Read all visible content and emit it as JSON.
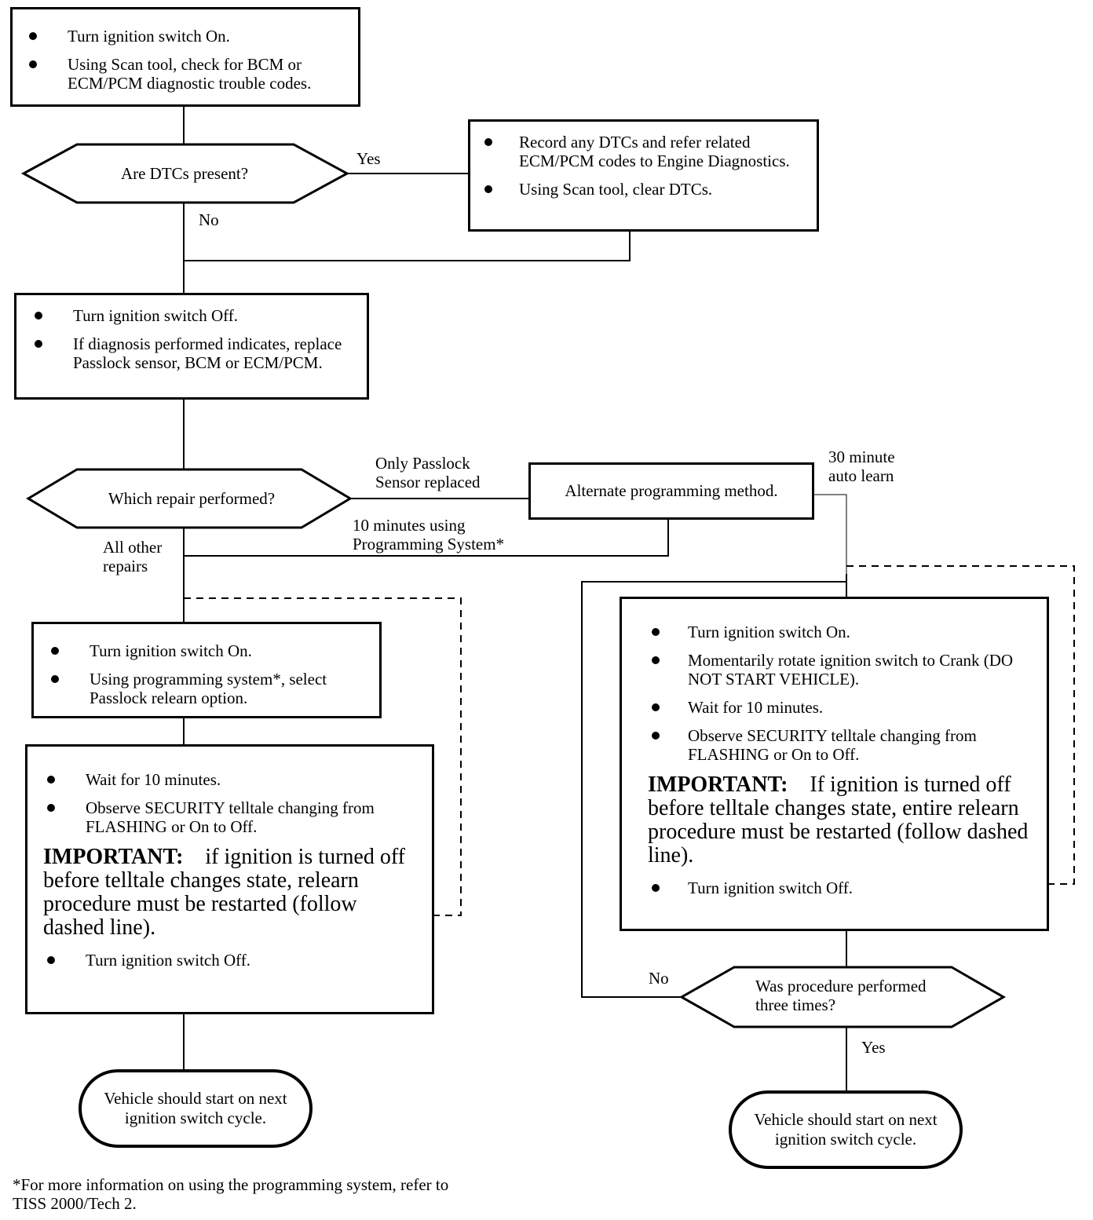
{
  "boxes": {
    "start": [
      "Turn ignition switch On.",
      "Using Scan tool, check for BCM or ECM/PCM diagnostic trouble codes."
    ],
    "record": [
      "Record any DTCs and refer related ECM/PCM codes to Engine Diagnostics.",
      "Using Scan tool, clear DTCs."
    ],
    "off_replace": [
      "Turn ignition switch Off.",
      "If diagnosis performed indicates, replace Passlock sensor, BCM or ECM/PCM."
    ],
    "alternate": "Alternate programming method.",
    "relearn": [
      "Turn ignition switch On.",
      "Using programming system*, select Passlock relearn option."
    ],
    "wait_left": {
      "items_top": [
        "Wait for 10 minutes.",
        "Observe SECURITY telltale changing from FLASHING or On to Off."
      ],
      "important_label": "IMPORTANT:",
      "important_text": "if ignition is turned off before telltale changes state, relearn procedure must be restarted (follow dashed line).",
      "items_bottom": [
        "Turn ignition switch Off."
      ]
    },
    "wait_right": {
      "items_top": [
        "Turn ignition switch On.",
        "Momentarily rotate ignition switch to Crank (DO NOT START VEHICLE).",
        "Wait for 10 minutes.",
        "Observe SECURITY telltale changing from FLASHING or On to Off."
      ],
      "important_label": "IMPORTANT:",
      "important_text": "If ignition is turned off before telltale changes state, entire relearn procedure must be restarted (follow dashed line).",
      "items_bottom": [
        "Turn ignition switch Off."
      ]
    }
  },
  "decisions": {
    "dtcs": "Are DTCs present?",
    "repair": "Which repair performed?",
    "three_times": "Was procedure performed three times?"
  },
  "labels": {
    "yes1": "Yes",
    "no1": "No",
    "only_passlock": "Only Passlock Sensor replaced",
    "ten_minutes": "10 minutes using Programming System*",
    "thirty_minute": "30 minute auto learn",
    "all_other": "All other repairs",
    "no2": "No",
    "yes2": "Yes"
  },
  "terminals": {
    "left": "Vehicle should start on next ignition switch cycle.",
    "right": "Vehicle should start on next ignition switch cycle."
  },
  "footnote": "*For more information on using the programming system, refer to TISS 2000/Tech 2."
}
